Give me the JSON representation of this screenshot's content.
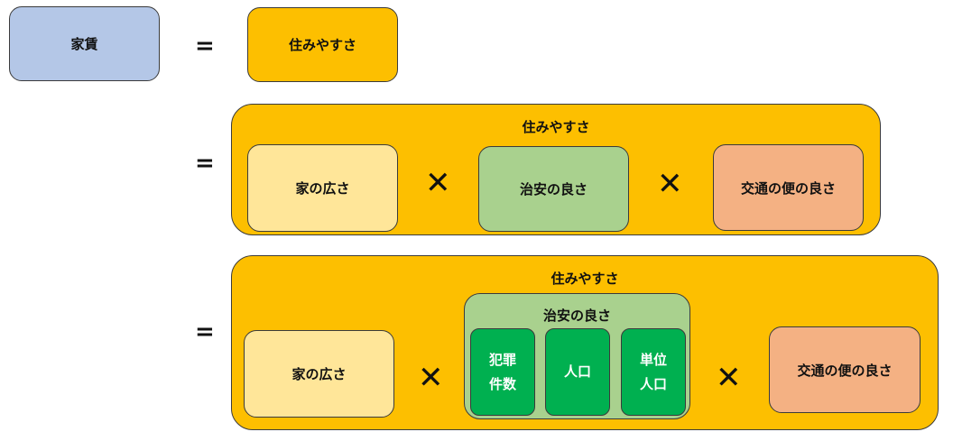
{
  "row1": {
    "rent_label": "家賃",
    "equals": "=",
    "livability_label": "住みやすさ"
  },
  "row2": {
    "equals": "=",
    "group_title": "住みやすさ",
    "house_size": "家の広さ",
    "times_1": "✕",
    "safety": "治安の良さ",
    "times_2": "✕",
    "transport": "交通の便の良さ"
  },
  "row3": {
    "equals": "=",
    "group_title": "住みやすさ",
    "house_size": "家の広さ",
    "times_1": "✕",
    "safety_group_title": "治安の良さ",
    "crime_count": "犯罪\n件数",
    "population": "人口",
    "per_capita": "単位\n人口",
    "times_2": "✕",
    "transport": "交通の便の良さ"
  },
  "colors": {
    "rent_box": "#b4c7e7",
    "livability": "#fdbf00",
    "house_size": "#ffe699",
    "safety": "#a9d18e",
    "transport": "#f4b183",
    "safety_factors": "#00b050"
  }
}
